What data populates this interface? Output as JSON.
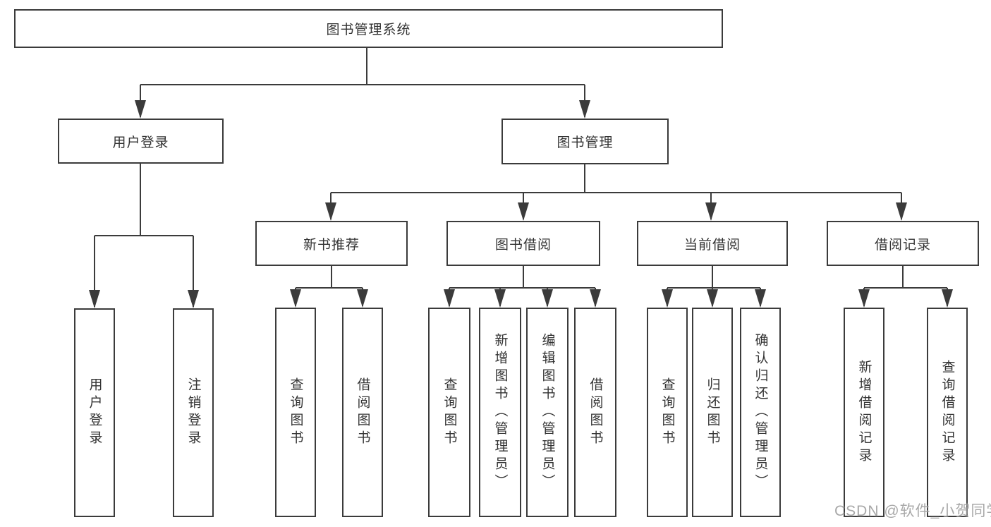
{
  "diagram": {
    "root": {
      "label": "图书管理系统"
    },
    "level1": {
      "user_login": {
        "label": "用户登录"
      },
      "book_management": {
        "label": "图书管理"
      }
    },
    "level2": {
      "new_book_recommend": {
        "label": "新书推荐"
      },
      "book_borrow": {
        "label": "图书借阅"
      },
      "current_borrow": {
        "label": "当前借阅"
      },
      "borrow_record": {
        "label": "借阅记录"
      }
    },
    "leaves": {
      "user_login_leaf": {
        "label": "用户登录"
      },
      "logout_leaf": {
        "label": "注销登录"
      },
      "rec_query_books": {
        "label": "查询图书"
      },
      "rec_borrow_books": {
        "label": "借阅图书"
      },
      "bb_query_books": {
        "label": "查询图书"
      },
      "bb_add_books_admin": {
        "label": "新增图书（管理员）"
      },
      "bb_edit_books_admin": {
        "label": "编辑图书（管理员）"
      },
      "bb_borrow_books": {
        "label": "借阅图书"
      },
      "cb_query_books": {
        "label": "查询图书"
      },
      "cb_return_books": {
        "label": "归还图书"
      },
      "cb_confirm_return_admin": {
        "label": "确认归还（管理员）"
      },
      "br_add_record": {
        "label": "新增借阅记录"
      },
      "br_query_record": {
        "label": "查询借阅记录"
      }
    }
  },
  "watermark": {
    "text": "CSDN @软件_小贺同学"
  },
  "colors": {
    "line": "#3b3b3b",
    "text": "#333333",
    "watermark": "#9a9a9a",
    "background": "#ffffff"
  }
}
